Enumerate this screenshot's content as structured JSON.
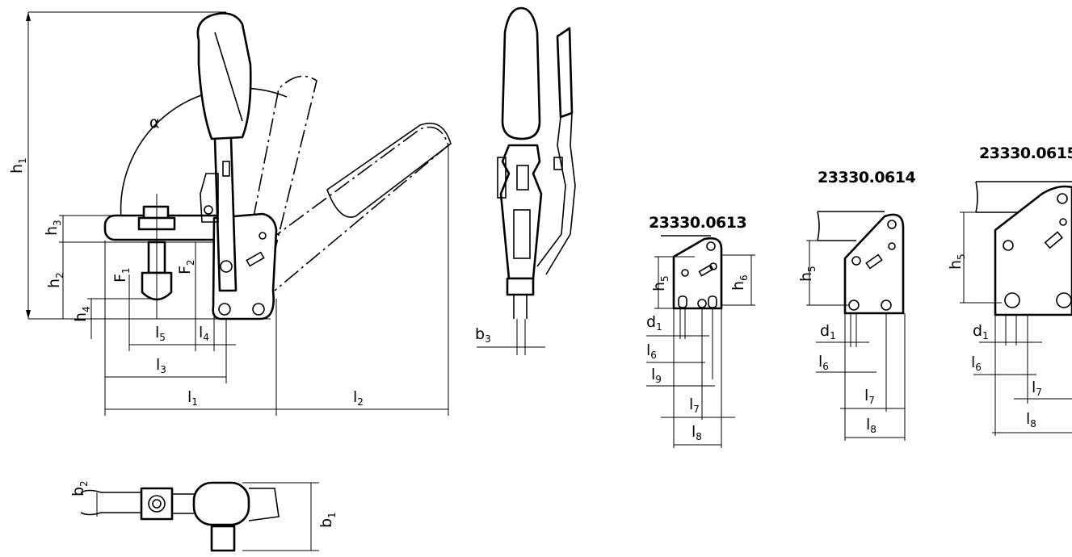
{
  "variants": [
    {
      "code": "23330.0613"
    },
    {
      "code": "23330.0614"
    },
    {
      "code": "23330.0615"
    }
  ],
  "dimensions": {
    "h1": {
      "base": "h",
      "sub": "1"
    },
    "h2": {
      "base": "h",
      "sub": "2"
    },
    "h3": {
      "base": "h",
      "sub": "3"
    },
    "h4": {
      "base": "h",
      "sub": "4"
    },
    "h5": {
      "base": "h",
      "sub": "5"
    },
    "h6": {
      "base": "h",
      "sub": "6"
    },
    "l1": {
      "base": "l",
      "sub": "1"
    },
    "l2": {
      "base": "l",
      "sub": "2"
    },
    "l3": {
      "base": "l",
      "sub": "3"
    },
    "l4": {
      "base": "l",
      "sub": "4"
    },
    "l5": {
      "base": "l",
      "sub": "5"
    },
    "l6": {
      "base": "l",
      "sub": "6"
    },
    "l7": {
      "base": "l",
      "sub": "7"
    },
    "l8": {
      "base": "l",
      "sub": "8"
    },
    "l9": {
      "base": "l",
      "sub": "9"
    },
    "b1": {
      "base": "b",
      "sub": "1"
    },
    "b2": {
      "base": "b",
      "sub": "2"
    },
    "b3": {
      "base": "b",
      "sub": "3"
    },
    "d1": {
      "base": "d",
      "sub": "1"
    },
    "F1": {
      "base": "F",
      "sub": "1"
    },
    "F2": {
      "base": "F",
      "sub": "2"
    },
    "alpha": "α"
  }
}
